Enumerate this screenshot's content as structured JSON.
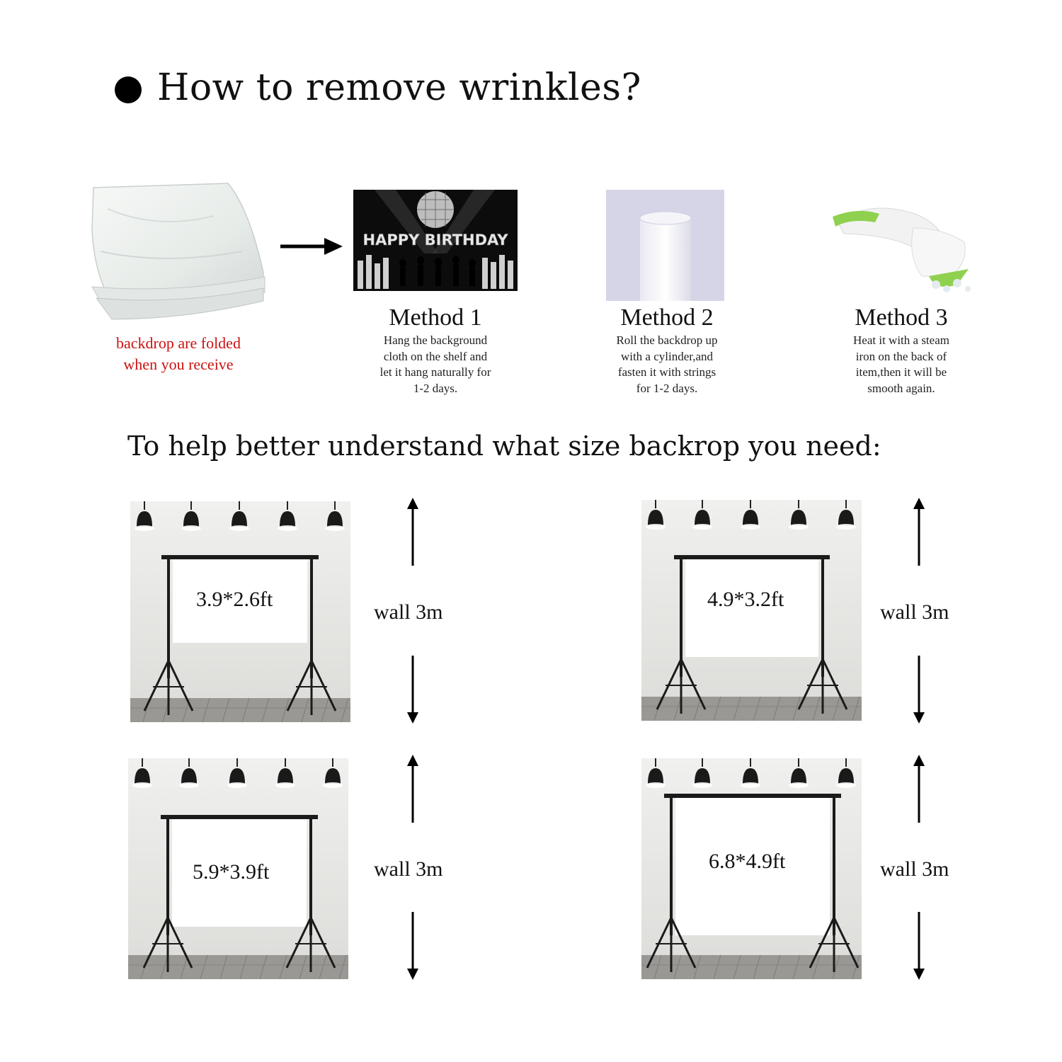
{
  "heading_wrinkles": "How to remove wrinkles?",
  "folded_caption": [
    "backdrop are folded",
    "when you receive"
  ],
  "methods": [
    {
      "title": "Method 1",
      "desc": [
        "Hang the background",
        "cloth on the shelf and",
        "let it hang naturally for",
        "1-2 days."
      ],
      "image_text": "HAPPY BIRTHDAY"
    },
    {
      "title": "Method 2",
      "desc": [
        "Roll the backdrop up",
        "with a cylinder,and",
        "fasten it with strings",
        "for 1-2 days."
      ]
    },
    {
      "title": "Method 3",
      "desc": [
        "Heat it with a steam",
        "iron on the back of",
        "item,then it will be",
        "smooth again."
      ]
    }
  ],
  "heading_size": "To help better understand what size backrop you need:",
  "sizes": [
    {
      "label": "3.9*2.6ft",
      "wall": "wall 3m"
    },
    {
      "label": "4.9*3.2ft",
      "wall": "wall 3m"
    },
    {
      "label": "5.9*3.9ft",
      "wall": "wall 3m"
    },
    {
      "label": "6.8*4.9ft",
      "wall": "wall 3m"
    }
  ],
  "colors": {
    "caption_red": "#cc1111",
    "steamer_green": "#8fd14f"
  },
  "icons": [
    "bullet-icon",
    "arrow-right-icon",
    "arrow-up-icon",
    "arrow-down-icon",
    "ceiling-lamp-icon"
  ]
}
